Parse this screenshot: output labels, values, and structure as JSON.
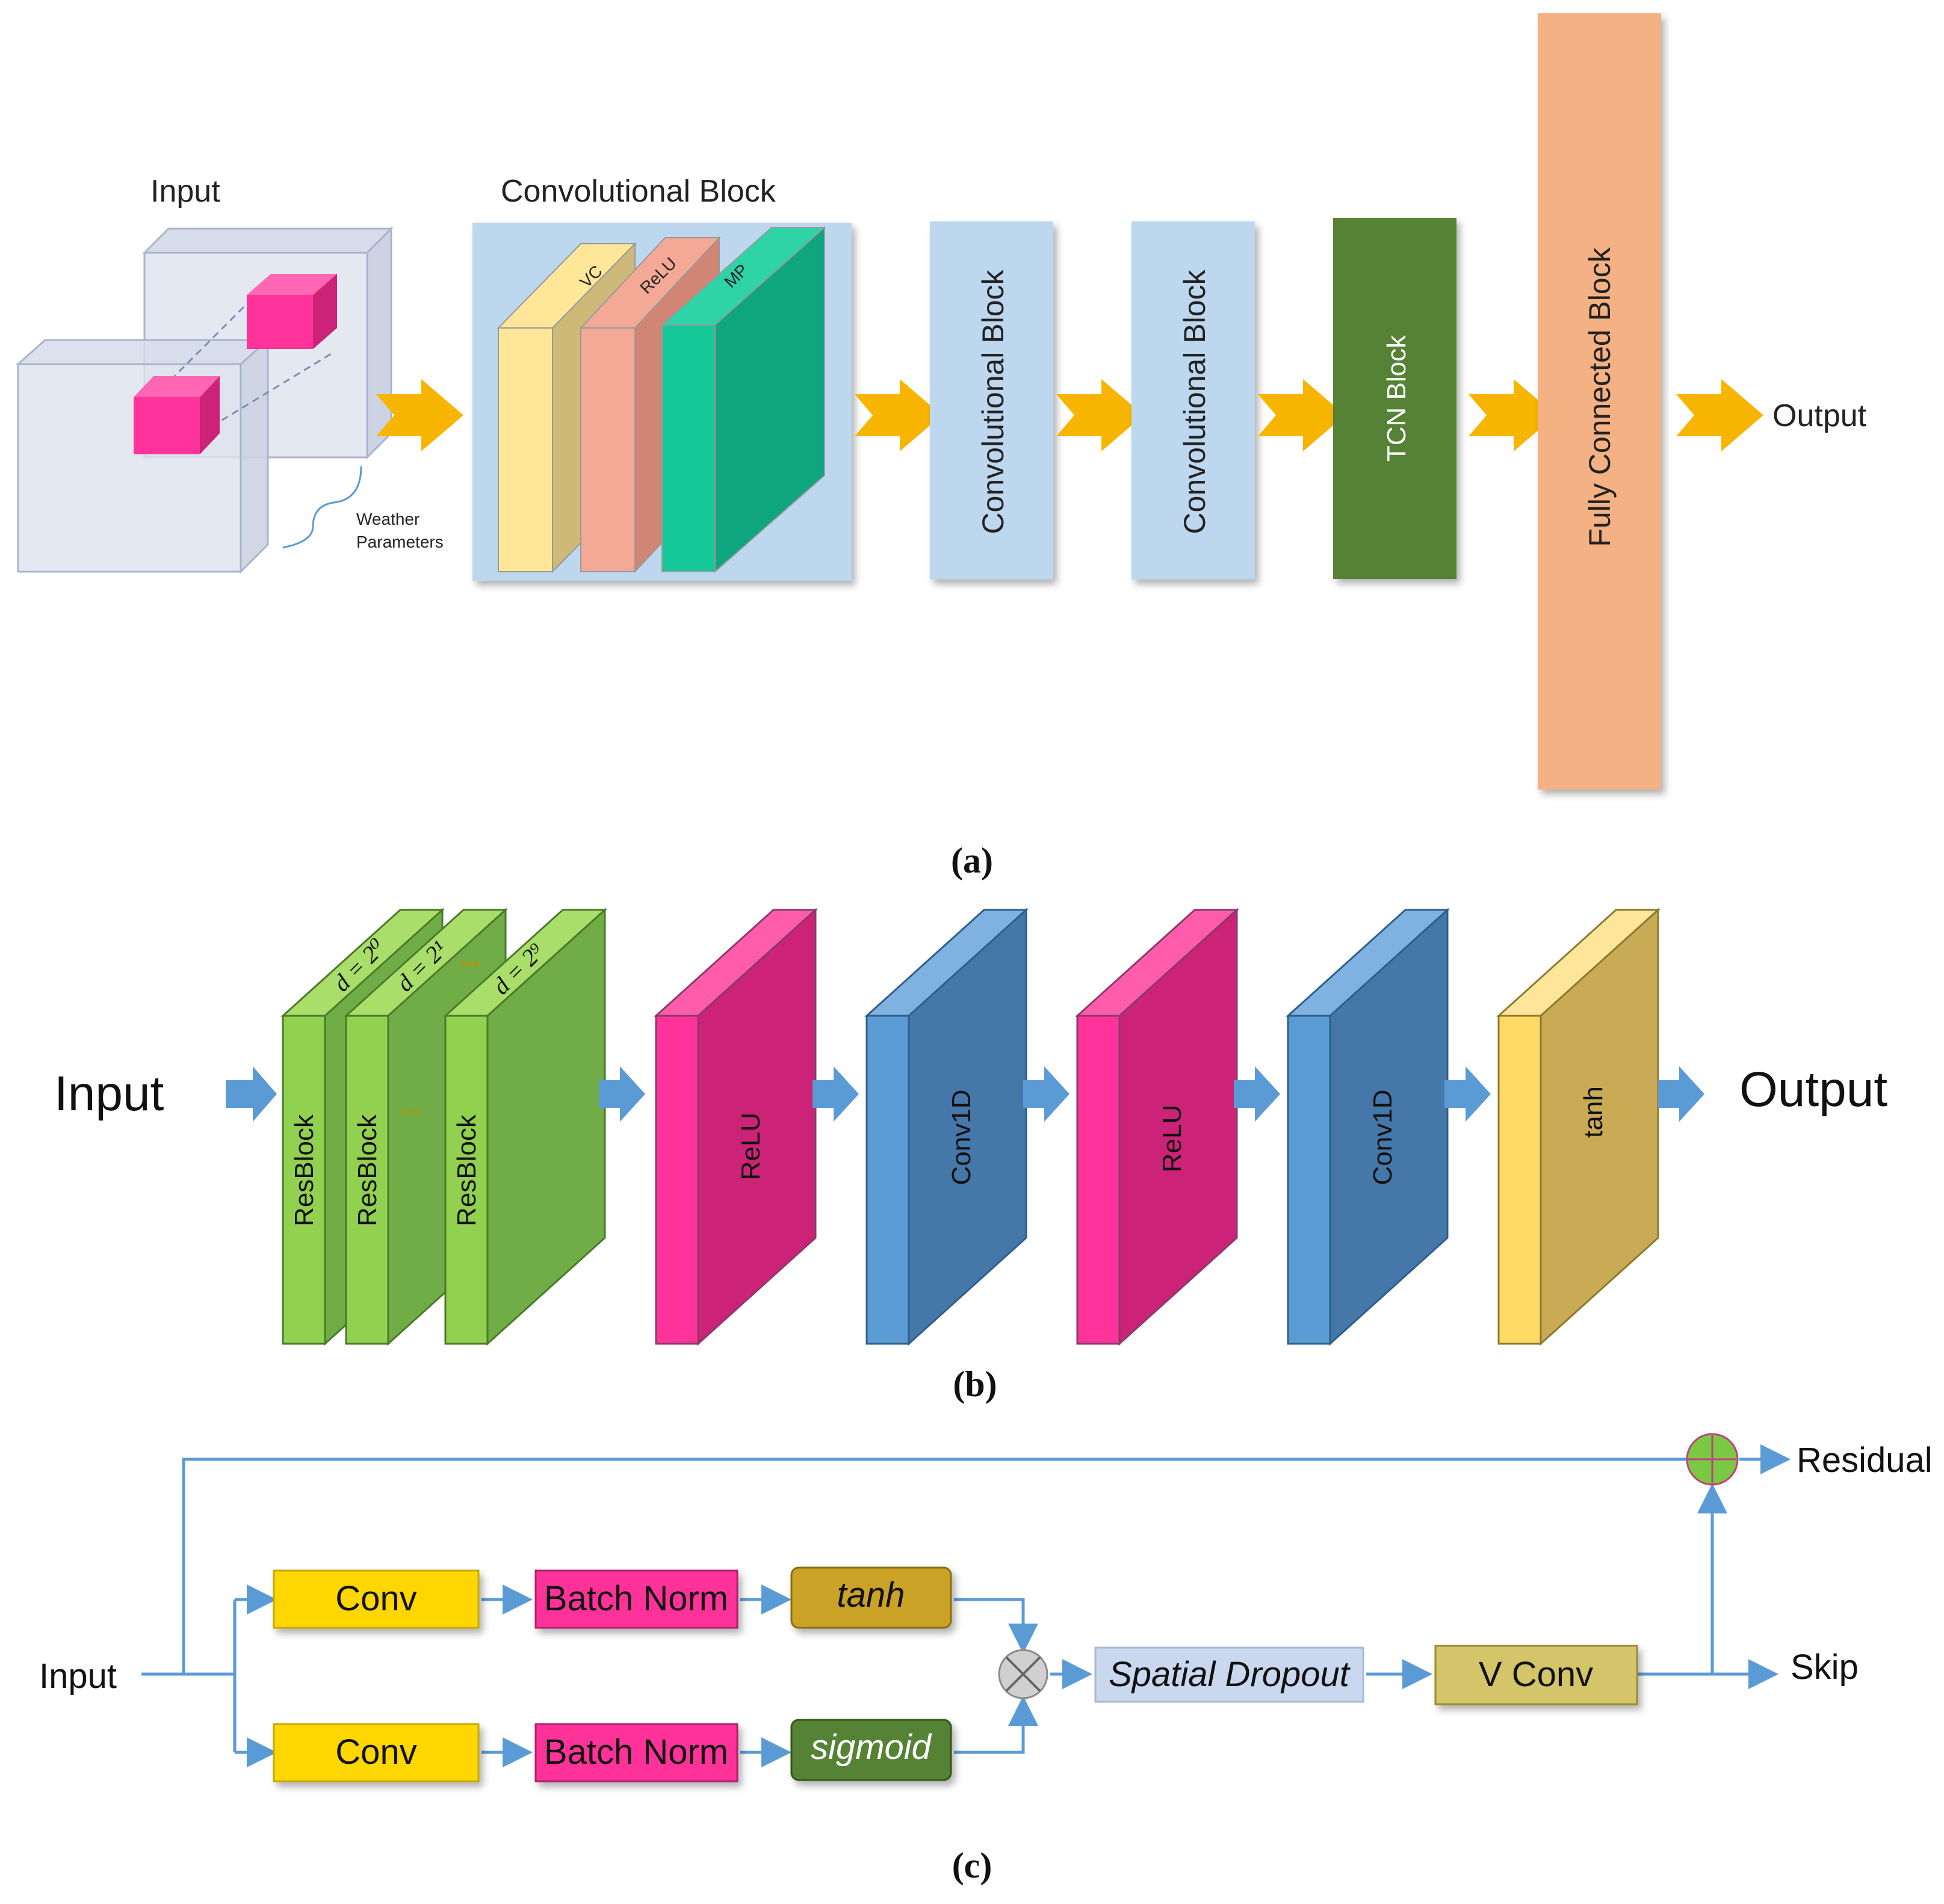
{
  "panel_a": {
    "caption": "(a)",
    "input_title": "Input",
    "weather_label_line1": "Weather",
    "weather_label_line2": "Parameters",
    "conv_block_title": "Convolutional Block",
    "layers": [
      "VC",
      "ReLU",
      "MP"
    ],
    "blocks": [
      "Convolutional Block",
      "Convolutional Block",
      "TCN Block",
      "Fully Connected Block"
    ],
    "output": "Output",
    "colors": {
      "arrow": "#f7b500",
      "conv_block": "#bdd7ee",
      "tcn": "#548235",
      "fc": "#f4b183",
      "vc": "#ffe699",
      "relu": "#f4a896",
      "mp": "#16c79a",
      "input_cube": "#ff3399"
    }
  },
  "panel_b": {
    "caption": "(b)",
    "input": "Input",
    "output": "Output",
    "res_blocks": [
      "ResBlock",
      "ResBlock",
      "ResBlock"
    ],
    "dilations": [
      "d = 2⁰",
      "d = 2¹",
      "d = 2⁹"
    ],
    "ellipsis": "...",
    "layers": [
      "ReLU",
      "Conv1D",
      "ReLU",
      "Conv1D",
      "tanh"
    ],
    "colors": {
      "resblock": "#70ad47",
      "relu": "#ff3399",
      "conv1d": "#5b9bd5",
      "tanh": "#ffd966",
      "arrow": "#5b9bd5"
    }
  },
  "panel_c": {
    "caption": "(c)",
    "input": "Input",
    "conv_top": "Conv",
    "conv_bottom": "Conv",
    "bn_top": "Batch Norm",
    "bn_bottom": "Batch Norm",
    "tanh": "tanh",
    "sigmoid": "sigmoid",
    "dropout": "Spatial Dropout",
    "vconv": "V Conv",
    "residual": "Residual",
    "skip": "Skip",
    "colors": {
      "line": "#5b9bd5",
      "conv": "#ffd700",
      "batch_norm": "#ff3399",
      "tanh": "#c9a227",
      "sigmoid": "#548235",
      "dropout": "#c9d8ef",
      "vconv": "#d4c56a",
      "add": "#7ac943"
    }
  }
}
